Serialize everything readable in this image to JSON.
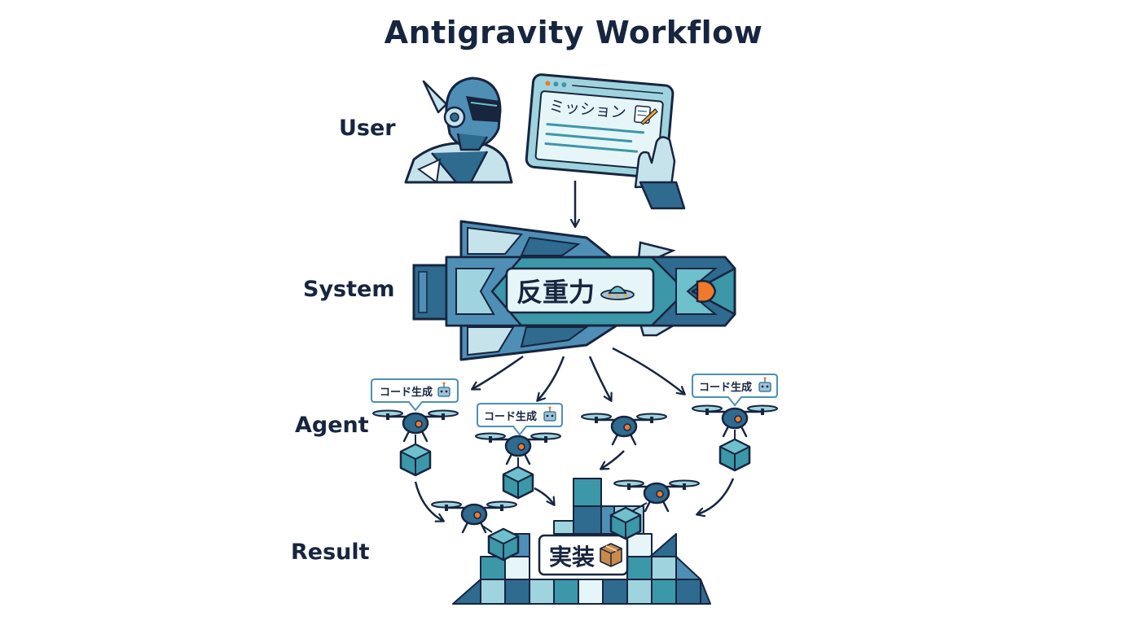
{
  "title": "Antigravity Workflow",
  "rows": {
    "user": "User",
    "system": "System",
    "agent": "Agent",
    "result": "Result"
  },
  "tablet": {
    "mission": "ミッション",
    "mission_icon": "memo-icon"
  },
  "rocket": {
    "label": "反重力",
    "label_icon": "ufo-icon"
  },
  "agents": {
    "bubble_label": "コード生成",
    "bubble_icon": "robot-icon",
    "bubbles": [
      "コード生成",
      "コード生成",
      "コード生成"
    ]
  },
  "result": {
    "label": "実装",
    "label_icon": "package-icon"
  },
  "colors": {
    "navy": "#17253f",
    "steel": "#2f6a8f",
    "teal": "#3c97a8",
    "light": "#d9f0f3",
    "orange": "#f07a2a"
  }
}
